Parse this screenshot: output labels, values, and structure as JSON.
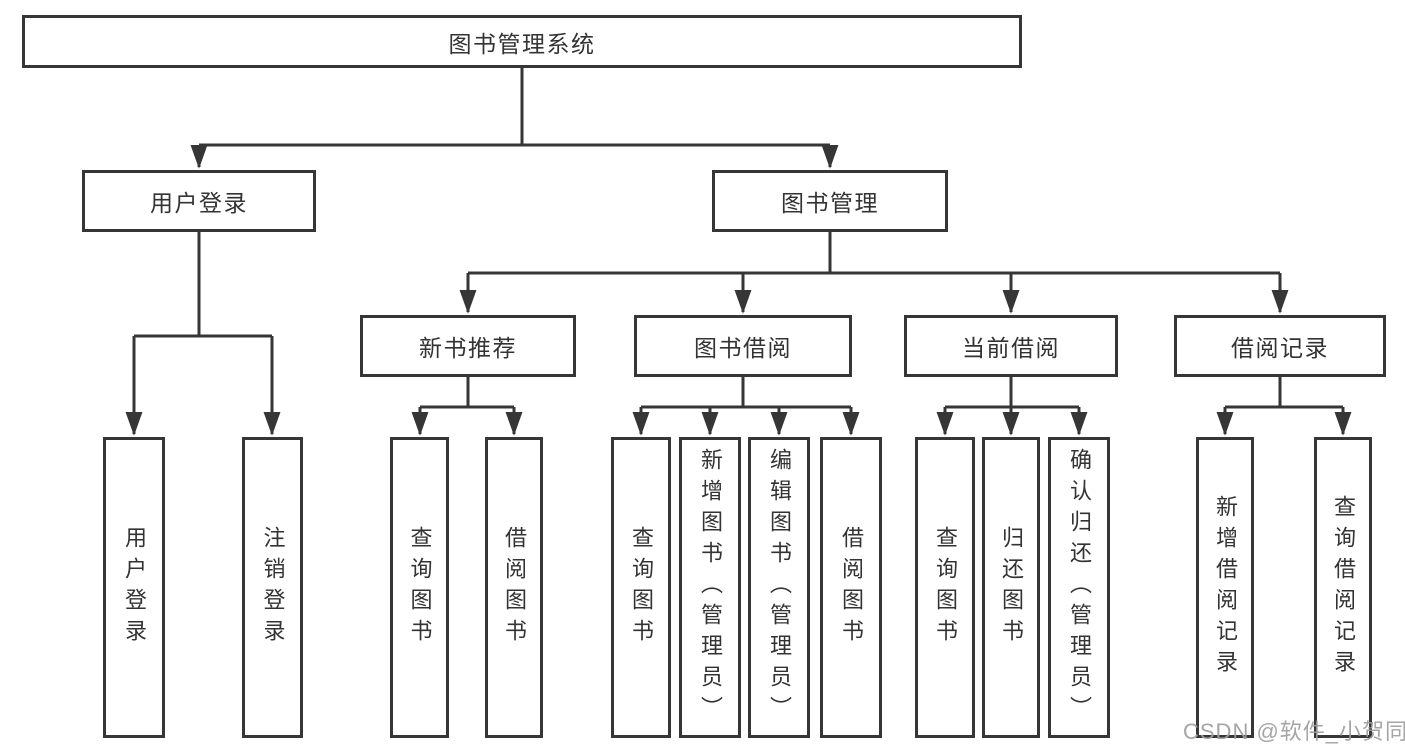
{
  "nodes": {
    "root": "图书管理系统",
    "level2": {
      "user_login": "用户登录",
      "book_mgmt": "图书管理"
    },
    "level3": {
      "new_book_rec": "新书推荐",
      "book_borrow": "图书借阅",
      "current_borrow": "当前借阅",
      "borrow_records": "借阅记录"
    },
    "leaves": {
      "user": [
        "用户登录",
        "注销登录"
      ],
      "rec": [
        "查询图书",
        "借阅图书"
      ],
      "borrow": [
        "查询图书",
        "新增图书（管理员）",
        "编辑图书（管理员）",
        "借阅图书"
      ],
      "current": [
        "查询图书",
        "归还图书",
        "确认归还（管理员）"
      ],
      "records": [
        "新增借阅记录",
        "查询借阅记录"
      ]
    }
  },
  "watermark": "CSDN @软件_小贺同学",
  "colors": {
    "line": "#363636",
    "text": "#333333",
    "watermark": "#9e9e9e",
    "background": "#ffffff"
  }
}
